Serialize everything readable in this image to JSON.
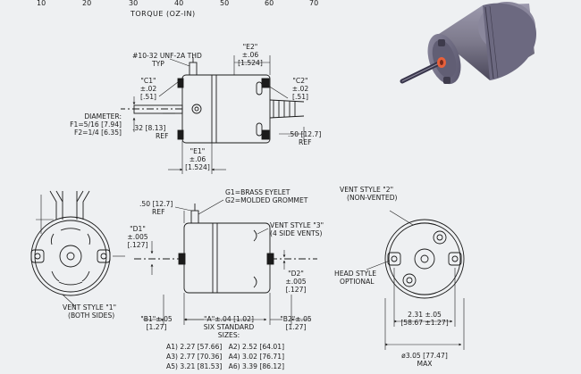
{
  "axis": {
    "ticks": [
      "10",
      "20",
      "30",
      "40",
      "50",
      "60",
      "70"
    ],
    "label": "TORQUE (OZ-IN)"
  },
  "top_view": {
    "thread": "#10-32 UNF-2A THD",
    "thread_sub": "TYP",
    "e2": [
      "\"E2\"",
      "±.06",
      "[1.524]"
    ],
    "c1": [
      "\"C1\"",
      "±.02",
      "[.51]"
    ],
    "c2": [
      "\"C2\"",
      "±.02",
      "[.51]"
    ],
    "diameter": [
      "DIAMETER:",
      "F1=5/16 [7.94]",
      "F2=1/4 [6.35]"
    ],
    "ref_32": [
      ".32 [8.13]",
      "REF"
    ],
    "ref_50": [
      ".50 [12.7]",
      "REF"
    ],
    "e1": [
      "\"E1\"",
      "±.06",
      "[1.524]"
    ]
  },
  "side_view": {
    "ref_50": [
      ".50 [12.7]",
      "REF"
    ],
    "eyelet": [
      "G1=BRASS EYELET",
      "G2=MOLDED GROMMET"
    ],
    "vent3": [
      "VENT STYLE \"3\"",
      "(4 SIDE VENTS)"
    ],
    "d1": [
      "\"D1\"",
      "±.005",
      "[.127]"
    ],
    "d2": [
      "\"D2\"",
      "±.005",
      "[.127]"
    ],
    "b1": [
      "\"B1\"±.05",
      "[1.27]"
    ],
    "a": [
      "\"A\"±.04 [1.02]",
      "SIX STANDARD",
      "SIZES:"
    ],
    "b2": [
      "\"B2\"±.05",
      "[1.27]"
    ],
    "sizes": [
      [
        "A1) 2.27 [57.66]",
        "A2) 2.52 [64.01]"
      ],
      [
        "A3) 2.77 [70.36]",
        "A4) 3.02 [76.71]"
      ],
      [
        "A5) 3.21 [81.53]",
        "A6) 3.39 [86.12]"
      ]
    ]
  },
  "left_view": {
    "vent1": [
      "VENT STYLE \"1\"",
      "(BOTH SIDES)"
    ]
  },
  "right_view": {
    "vent2": [
      "VENT STYLE \"2\"",
      "(NON-VENTED)"
    ],
    "head": [
      "HEAD STYLE",
      "OPTIONAL"
    ],
    "dim_231": [
      "2.31 ±.05",
      "[58.67 ±1.27]"
    ],
    "dim_305": [
      "ø3.05 [77.47]",
      "MAX"
    ]
  },
  "colors": {
    "line": "#1b1b1b",
    "background": "#eef0f2",
    "motor_body": "#7d7a8c",
    "motor_dark": "#4a475a",
    "shaft_tip": "#e8603a"
  }
}
